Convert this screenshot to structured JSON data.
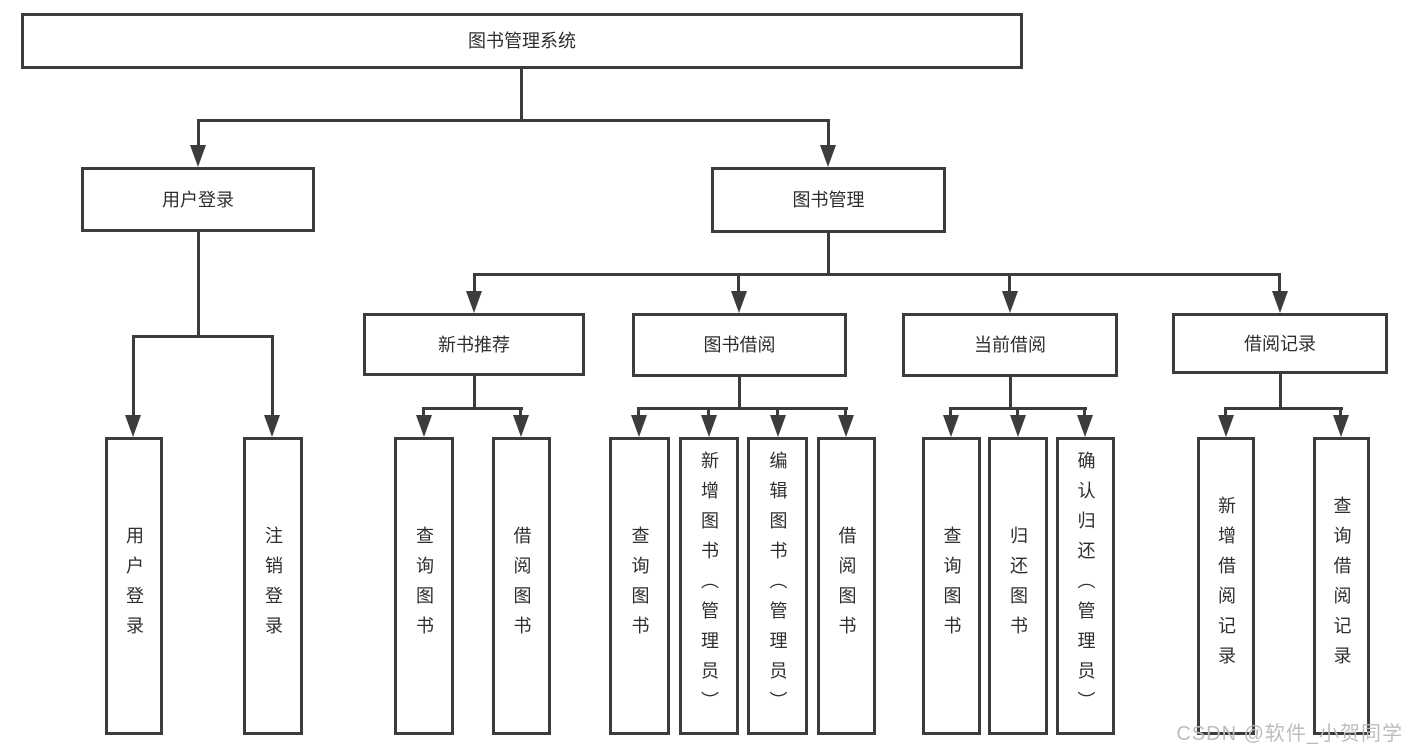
{
  "diagram_title": "图书管理系统",
  "colors": {
    "line": "#3c3c3c",
    "text": "#2e2e2e",
    "box_fill": "#ffffff",
    "background": "#ffffff",
    "watermark": "#bfbcbc"
  },
  "nodes": {
    "root": "图书管理系统",
    "user_login": "用户登录",
    "book_mgmt": "图书管理",
    "new_book_rec": "新书推荐",
    "book_borrow": "图书借阅",
    "current_borrow": "当前借阅",
    "borrow_records": "借阅记录",
    "leaf_user_login": "用户登录",
    "leaf_logout": "注销登录",
    "leaf_nbr_query_books": "查询图书",
    "leaf_nbr_borrow_books": "借阅图书",
    "leaf_bb_query_books": "查询图书",
    "leaf_bb_add_books": "新增图书（管理员）",
    "leaf_bb_edit_books": "编辑图书（管理员）",
    "leaf_bb_borrow_books": "借阅图书",
    "leaf_cb_query_books": "查询图书",
    "leaf_cb_return_books": "归还图书",
    "leaf_cb_confirm_return": "确认归还（管理员）",
    "leaf_br_add_record": "新增借阅记录",
    "leaf_br_query_record": "查询借阅记录"
  },
  "watermark": {
    "text": "CSDN @软件_小贺同学"
  }
}
